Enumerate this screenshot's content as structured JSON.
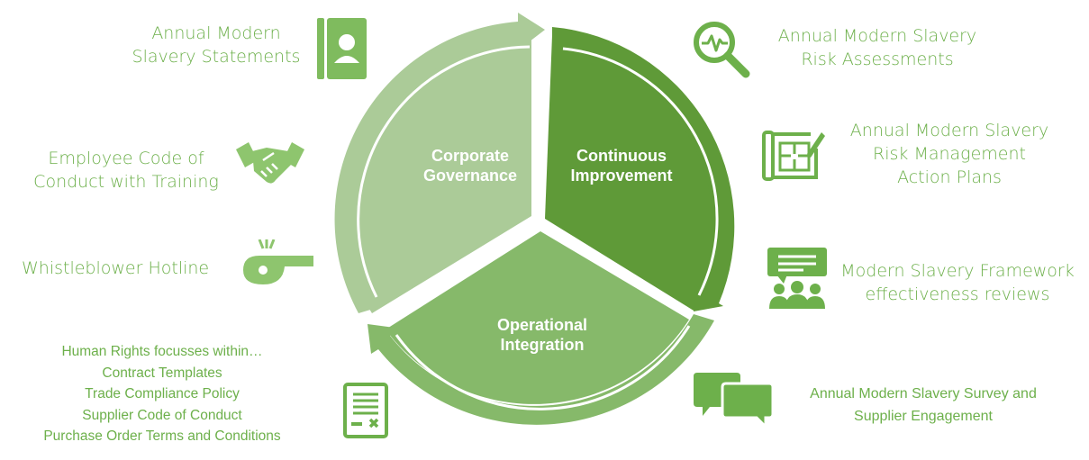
{
  "segments": {
    "corporate_governance": [
      "Corporate",
      "Governance"
    ],
    "continuous_improvement": [
      "Continuous",
      "Improvement"
    ],
    "operational_integration": [
      "Operational",
      "Integration"
    ]
  },
  "labels": {
    "statements": [
      "Annual Modern",
      "Slavery Statements"
    ],
    "risk_assessments": [
      "Annual Modern Slavery",
      "Risk Assessments"
    ],
    "action_plans": [
      "Annual Modern Slavery",
      "Risk Management",
      "Action Plans"
    ],
    "code_of_conduct": [
      "Employee Code of",
      "Conduct with Training"
    ],
    "whistleblower": [
      "Whistleblower Hotline"
    ],
    "framework_reviews": [
      "Modern Slavery Framework",
      "effectiveness reviews"
    ],
    "human_rights": [
      "Human Rights focusses within…",
      "Contract Templates",
      "Trade Compliance Policy",
      "Supplier Code of Conduct",
      "Purchase Order Terms and Conditions"
    ],
    "survey": [
      "Annual Modern Slavery Survey and",
      "Supplier Engagement"
    ]
  },
  "colors": {
    "light_green": "#a9c993",
    "dark_green": "#5f9a38",
    "mid_green": "#86b96a",
    "text_green": "#6db04b",
    "icon_green": "#6db04b"
  },
  "icons": [
    "contact-book-icon",
    "magnifier-pulse-icon",
    "blueprint-icon",
    "handshake-icon",
    "whistle-icon",
    "presentation-team-icon",
    "document-icon",
    "chat-bubbles-icon"
  ]
}
